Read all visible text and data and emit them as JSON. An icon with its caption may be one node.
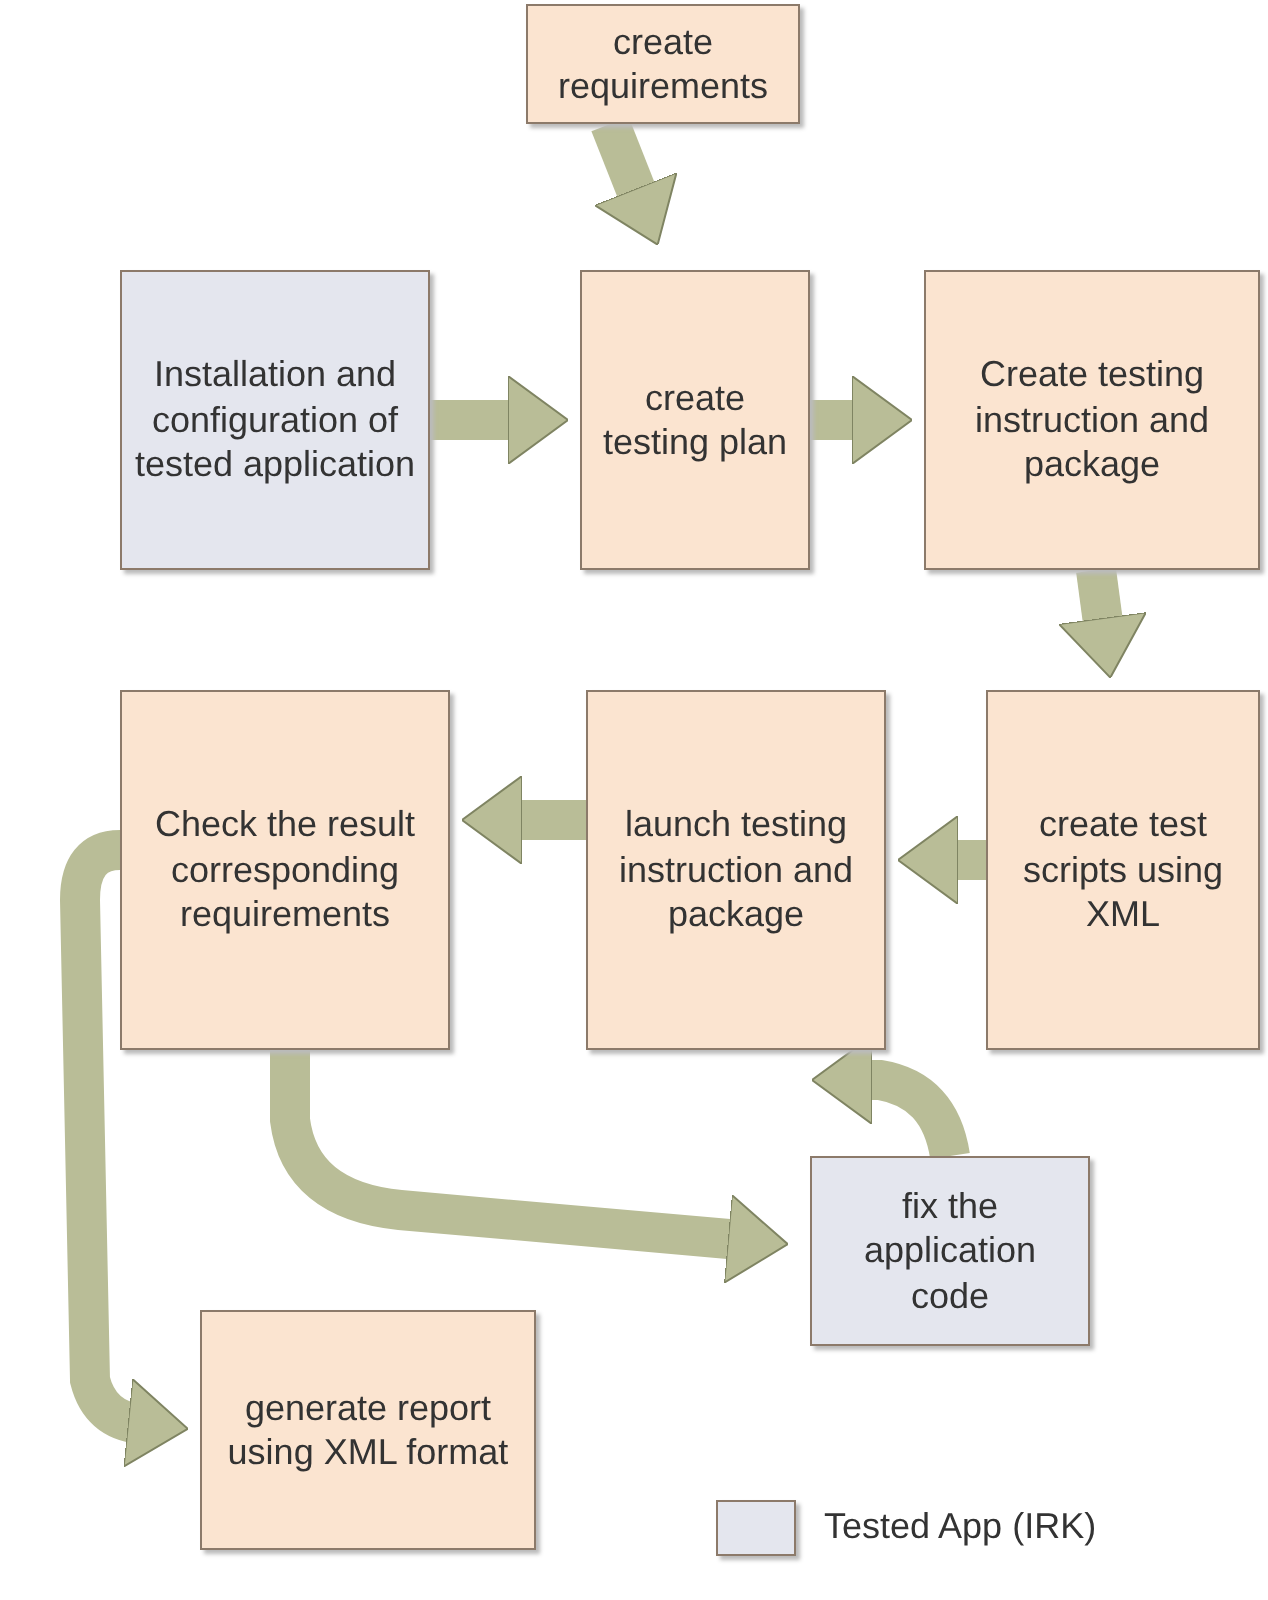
{
  "diagram": {
    "nodes": [
      {
        "text": [
          "create requirements"
        ]
      },
      {
        "text": [
          "Installation and configuration of tested application"
        ]
      },
      {
        "text": [
          "create testing plan"
        ]
      },
      {
        "text": [
          "Create testing instruction and package"
        ]
      },
      {
        "text": [
          "create test scripts using XML"
        ]
      },
      {
        "text": [
          "launch testing instruction and package"
        ]
      },
      {
        "text": [
          "Check the result corresponding requirements"
        ]
      },
      {
        "text": [
          "fix the application code"
        ]
      },
      {
        "text": [
          "generate report using XML format"
        ]
      }
    ],
    "edges": [
      {
        "from": 0,
        "to": 2,
        "arrow": "to"
      },
      {
        "from": 1,
        "to": 2,
        "arrow": "to"
      },
      {
        "from": 2,
        "to": 3,
        "arrow": "to"
      },
      {
        "from": 3,
        "to": 4,
        "arrow": "to"
      },
      {
        "from": 4,
        "to": 5,
        "arrow": "to"
      },
      {
        "from": 5,
        "to": 6,
        "arrow": "to"
      },
      {
        "from": 6,
        "to": 7,
        "arrow": "to"
      },
      {
        "from": 6,
        "to": 8,
        "arrow": "to"
      },
      {
        "from": 7,
        "to": 5,
        "arrow": "to"
      }
    ],
    "legend": [
      {
        "text": "Tested App (IRK)",
        "color": "#e4e6ee"
      }
    ]
  }
}
